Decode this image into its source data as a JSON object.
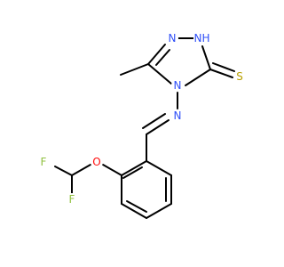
{
  "molecule": {
    "atoms": {
      "N1": {
        "label": "N",
        "color": "#3050F8"
      },
      "N2": {
        "label": "H",
        "color": "#3050F8"
      },
      "N2n": {
        "label": "N",
        "color": "#3050F8"
      },
      "S": {
        "label": "S",
        "color": "#B8A000"
      },
      "N4": {
        "label": "N",
        "color": "#3050F8"
      },
      "N5": {
        "label": "N",
        "color": "#3050F8"
      },
      "O": {
        "label": "O",
        "color": "#FF0D0D"
      },
      "F1": {
        "label": "F",
        "color": "#90C040"
      },
      "F2": {
        "label": "F",
        "color": "#90C040"
      }
    }
  }
}
